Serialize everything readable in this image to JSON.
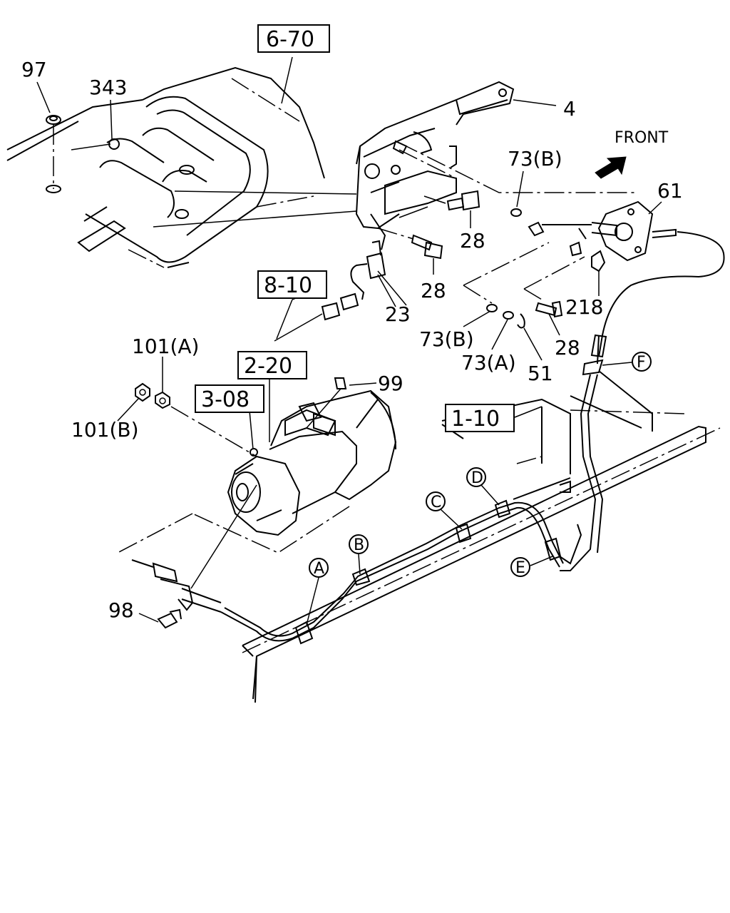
{
  "direction": {
    "label": "FRONT",
    "icon": "front-arrow-icon"
  },
  "reference_boxes": [
    "6-70",
    "8-10",
    "2-20",
    "3-08",
    "1-10"
  ],
  "part_labels": [
    "97",
    "343",
    "4",
    "73(B)",
    "61",
    "28",
    "28",
    "23",
    "73(B)",
    "218",
    "28",
    "73(A)",
    "51",
    "101(A)",
    "99",
    "101(B)",
    "98"
  ],
  "clip_labels": [
    "A",
    "B",
    "C",
    "D",
    "E",
    "F"
  ]
}
